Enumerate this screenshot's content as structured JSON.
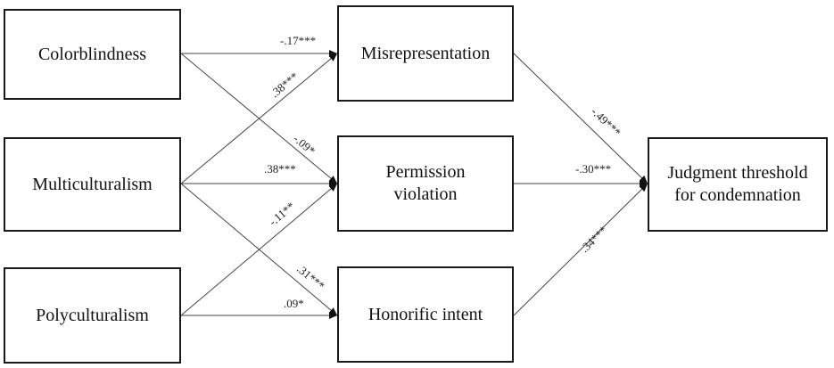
{
  "nodes": {
    "colorblindness": "Colorblindness",
    "multiculturalism": "Multiculturalism",
    "polyculturalism": "Polyculturalism",
    "misrepresentation": "Misrepresentation",
    "permission_line1": "Permission",
    "permission_line2": "violation",
    "honorific": "Honorific intent",
    "judgment_line1": "Judgment threshold",
    "judgment_line2": "for condemnation"
  },
  "paths": [
    {
      "from": "colorblindness",
      "to": "misrepresentation",
      "label": "-.17***"
    },
    {
      "from": "colorblindness",
      "to": "permission",
      "label": "-.09*"
    },
    {
      "from": "multiculturalism",
      "to": "misrepresentation",
      "label": ".38***"
    },
    {
      "from": "multiculturalism",
      "to": "permission",
      "label": ".38***"
    },
    {
      "from": "multiculturalism",
      "to": "honorific",
      "label": ".31***"
    },
    {
      "from": "polyculturalism",
      "to": "permission",
      "label": "-.11**"
    },
    {
      "from": "polyculturalism",
      "to": "honorific",
      "label": ".09*"
    },
    {
      "from": "misrepresentation",
      "to": "judgment",
      "label": "-.49***"
    },
    {
      "from": "permission",
      "to": "judgment",
      "label": "-.30***"
    },
    {
      "from": "honorific",
      "to": "judgment",
      "label": ".34***"
    }
  ]
}
